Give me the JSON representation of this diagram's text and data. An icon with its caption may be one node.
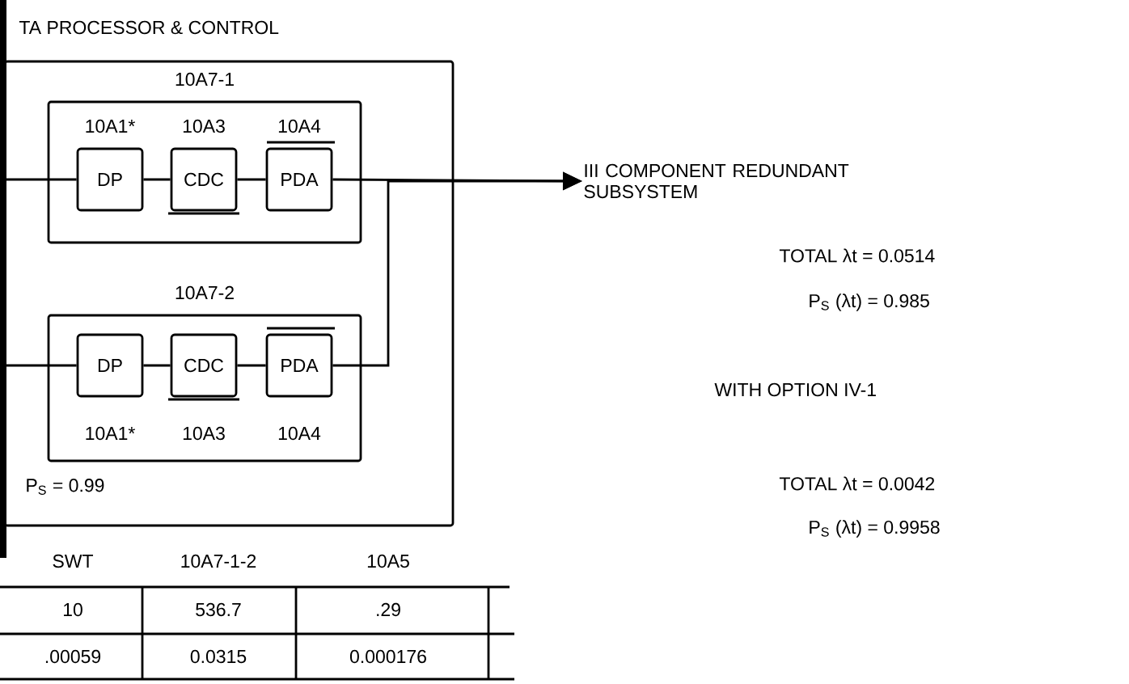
{
  "diagram": {
    "nodes": [
      {
        "text": [
          "TA PROCESSOR & CONTROL",
          "P$_{S}$ = 0.99"
        ]
      },
      {
        "text": [
          "10A7-1"
        ],
        "in": 0
      },
      {
        "text": [
          "DP"
        ],
        "in": 1,
        "beside": [
          "10A1*"
        ]
      },
      {
        "text": [
          "CDC"
        ],
        "in": 1,
        "beside": [
          "10A3"
        ]
      },
      {
        "text": [
          "PDA"
        ],
        "in": 1,
        "beside": [
          "10A4"
        ]
      },
      {
        "text": [
          "10A7-2"
        ],
        "in": 0
      },
      {
        "text": [
          "DP"
        ],
        "in": 5,
        "beside": [
          "10A1*"
        ]
      },
      {
        "text": [
          "CDC"
        ],
        "in": 5,
        "beside": [
          "10A3"
        ]
      },
      {
        "text": [
          "PDA"
        ],
        "in": 5,
        "beside": [
          "10A4"
        ]
      },
      {
        "text": [
          "III COMPONENT REDUNDANT SUBSYSTEM"
        ]
      }
    ],
    "edges": [
      {
        "from": null,
        "to": 2,
        "arrow": "none"
      },
      {
        "from": 2,
        "to": 3,
        "arrow": "none"
      },
      {
        "from": 3,
        "to": 4,
        "arrow": "none"
      },
      {
        "from": 4,
        "to": 9,
        "arrow": "to"
      },
      {
        "from": null,
        "to": 6,
        "arrow": "none"
      },
      {
        "from": 6,
        "to": 7,
        "arrow": "none"
      },
      {
        "from": 7,
        "to": 8,
        "arrow": "none"
      },
      {
        "from": 8,
        "to": 9,
        "arrow": "to"
      }
    ],
    "labels": [
      "TOTAL λt = 0.0514",
      "P$_{S}$ (λt) = 0.985",
      "WITH OPTION IV-1",
      "TOTAL λt = 0.0042",
      "P$_{S}$ (λt) = 0.9958",
      "SWT",
      "10A7-1-2",
      "10A5",
      "10",
      "536.7",
      ".29",
      ".00059",
      "0.0315",
      "0.000176"
    ]
  }
}
